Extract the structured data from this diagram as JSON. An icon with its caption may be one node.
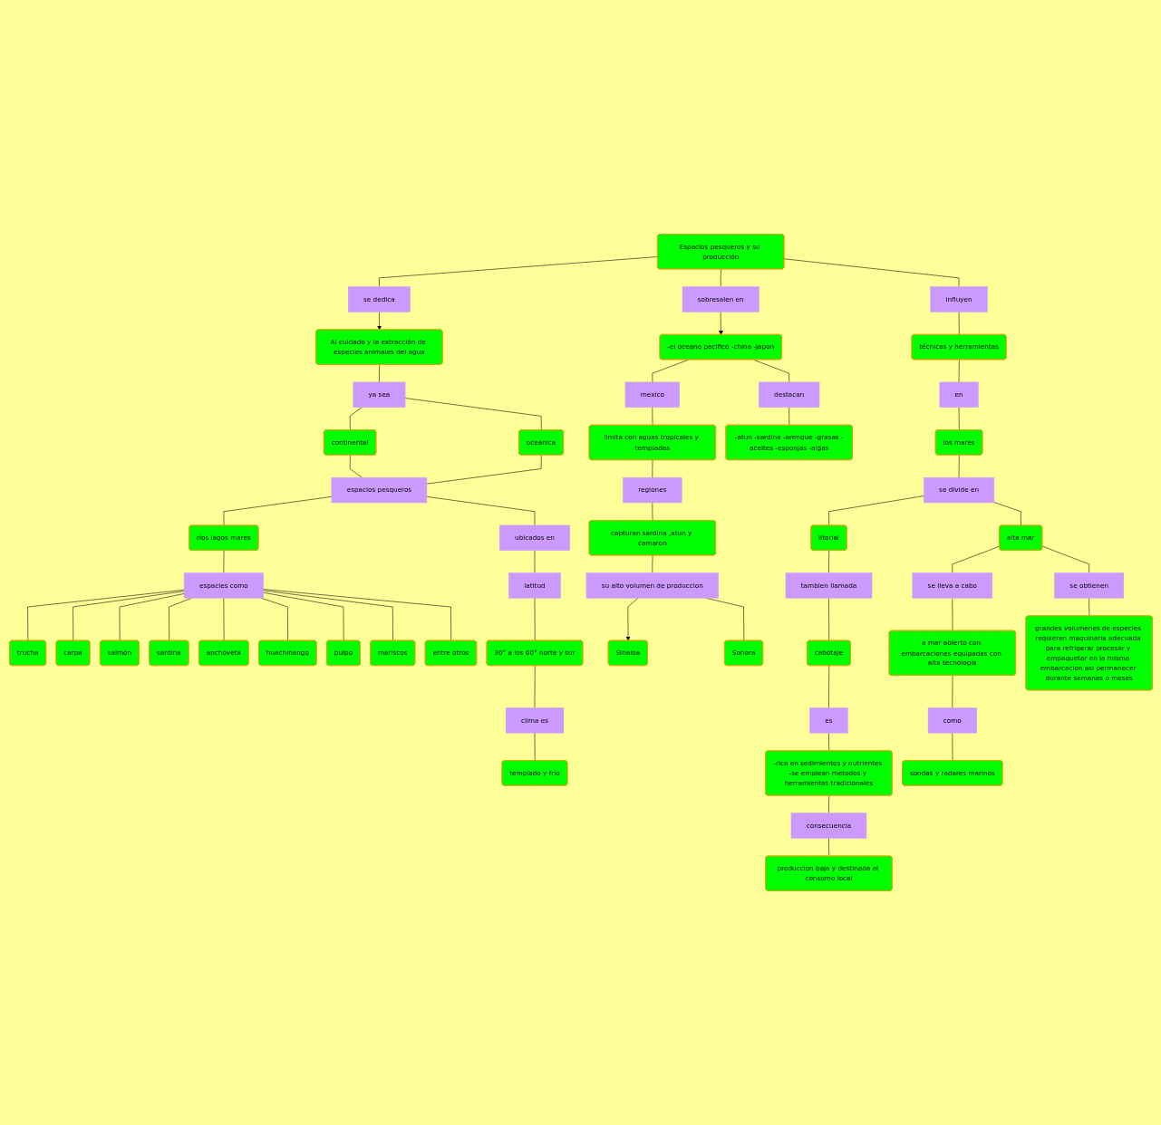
{
  "diagram": {
    "nodes": [
      {
        "text": [
          "Al cuidado y la extracción de especies animales del agua"
        ]
      },
      {
        "text": [
          "se dedica"
        ]
      },
      {
        "text": [
          "Espacios pesqueros y su producción"
        ]
      },
      {
        "text": [
          "sobresalen en"
        ]
      },
      {
        "text": [
          "-el oceano pacifico -china -japon"
        ]
      },
      {
        "text": [
          "ya sea"
        ]
      },
      {
        "text": [
          "influyen"
        ]
      },
      {
        "text": [
          "continental"
        ]
      },
      {
        "text": [
          "oceánica"
        ]
      },
      {
        "text": [
          "técnicas y herramientas"
        ]
      },
      {
        "text": [
          "destacan"
        ]
      },
      {
        "text": [
          "mexico"
        ]
      },
      {
        "text": [
          "espacios pesqueros"
        ]
      },
      {
        "text": [
          "ríos lagos mares"
        ]
      },
      {
        "text": [
          "ubicados en"
        ]
      },
      {
        "text": [
          "-atun -sardina -arenque -grasas -aceites -esponjas -algas"
        ]
      },
      {
        "text": [
          "en"
        ]
      },
      {
        "text": [
          "limita con aguas tropicales y templadas"
        ]
      },
      {
        "text": [
          "latitud"
        ]
      },
      {
        "text": [
          "espacies como"
        ]
      },
      {
        "text": [
          "los mares"
        ]
      },
      {
        "text": [
          "30° a los 60° norte y sur"
        ]
      },
      {
        "text": [
          "trucha"
        ]
      },
      {
        "text": [
          "se divide en"
        ]
      },
      {
        "text": [
          "regiones"
        ]
      },
      {
        "text": [
          "carpa"
        ]
      },
      {
        "text": [
          "clima es"
        ]
      },
      {
        "text": [
          "anchoveta"
        ]
      },
      {
        "text": [
          "pulpo"
        ]
      },
      {
        "text": [
          "entre otros"
        ]
      },
      {
        "text": [
          "salmón"
        ]
      },
      {
        "text": [
          "litorial"
        ]
      },
      {
        "text": [
          "alta mar"
        ]
      },
      {
        "text": [
          "sardina"
        ]
      },
      {
        "text": [
          "huachinango"
        ]
      },
      {
        "text": [
          "mariscos"
        ]
      },
      {
        "text": [
          "capturan sardina ,atun y camaron"
        ]
      },
      {
        "text": [
          "Sinaloa"
        ]
      },
      {
        "text": [
          "templado y frío"
        ]
      },
      {
        "text": [
          "tambien llamada"
        ]
      },
      {
        "text": [
          "se obtienen"
        ]
      },
      {
        "text": [
          "su alto volumen de produccion"
        ]
      },
      {
        "text": [
          "se lleva a cabo"
        ]
      },
      {
        "text": [
          "cabotaje"
        ]
      },
      {
        "text": [
          "es"
        ]
      },
      {
        "text": [
          "Sonora"
        ]
      },
      {
        "text": [
          "a mar abierto con embarcaciones equipadas con alta tecnologia"
        ]
      },
      {
        "text": [
          "-rica en sedimientos y nutrientes -se emplean metodos y herramientas tradicionales"
        ]
      },
      {
        "text": [
          "consecuencia"
        ]
      },
      {
        "text": [
          "como"
        ]
      },
      {
        "text": [
          "produccion baja y destinada al consumo local"
        ]
      },
      {
        "text": [
          "sondas y radares marinos"
        ]
      },
      {
        "text": [
          "grandes volumenes de especies requieren maquinaria adecuada para refrigerar procesar y empaquetar en la misma embarcacion asi permanecer durante semanas o meses"
        ]
      }
    ],
    "edges": [
      {
        "from": 2,
        "to": 1,
        "arrow": "none"
      },
      {
        "from": 1,
        "to": 0,
        "arrow": "to"
      },
      {
        "from": 2,
        "to": 3,
        "arrow": "none"
      },
      {
        "from": 3,
        "to": 4,
        "arrow": "to"
      },
      {
        "from": 0,
        "to": 5,
        "arrow": "none"
      },
      {
        "from": 5,
        "to": 7,
        "arrow": "none"
      },
      {
        "from": 5,
        "to": 8,
        "arrow": "none"
      },
      {
        "from": 7,
        "to": 12,
        "arrow": "none"
      },
      {
        "from": 8,
        "to": 12,
        "arrow": "none"
      },
      {
        "from": 12,
        "to": 13,
        "arrow": "none"
      },
      {
        "from": 12,
        "to": 14,
        "arrow": "none"
      },
      {
        "from": 13,
        "to": 19,
        "arrow": "none"
      },
      {
        "from": 19,
        "to": 22,
        "arrow": "none"
      },
      {
        "from": 19,
        "to": 25,
        "arrow": "none"
      },
      {
        "from": 19,
        "to": 30,
        "arrow": "none"
      },
      {
        "from": 19,
        "to": 33,
        "arrow": "none"
      },
      {
        "from": 19,
        "to": 27,
        "arrow": "none"
      },
      {
        "from": 19,
        "to": 34,
        "arrow": "none"
      },
      {
        "from": 19,
        "to": 28,
        "arrow": "none"
      },
      {
        "from": 19,
        "to": 35,
        "arrow": "none"
      },
      {
        "from": 19,
        "to": 29,
        "arrow": "none"
      },
      {
        "from": 14,
        "to": 18,
        "arrow": "none"
      },
      {
        "from": 18,
        "to": 21,
        "arrow": "none"
      },
      {
        "from": 21,
        "to": 26,
        "arrow": "none"
      },
      {
        "from": 26,
        "to": 38,
        "arrow": "none"
      },
      {
        "from": 2,
        "to": 6,
        "arrow": "none"
      },
      {
        "from": 6,
        "to": 9,
        "arrow": "none"
      },
      {
        "from": 9,
        "to": 16,
        "arrow": "none"
      },
      {
        "from": 16,
        "to": 20,
        "arrow": "none"
      },
      {
        "from": 20,
        "to": 23,
        "arrow": "none"
      },
      {
        "from": 23,
        "to": 31,
        "arrow": "none"
      },
      {
        "from": 23,
        "to": 32,
        "arrow": "none"
      },
      {
        "from": 31,
        "to": 39,
        "arrow": "none"
      },
      {
        "from": 39,
        "to": 43,
        "arrow": "none"
      },
      {
        "from": 43,
        "to": 44,
        "arrow": "none"
      },
      {
        "from": 44,
        "to": 47,
        "arrow": "none"
      },
      {
        "from": 47,
        "to": 48,
        "arrow": "none"
      },
      {
        "from": 48,
        "to": 50,
        "arrow": "none"
      },
      {
        "from": 32,
        "to": 42,
        "arrow": "none"
      },
      {
        "from": 42,
        "to": 46,
        "arrow": "none"
      },
      {
        "from": 46,
        "to": 49,
        "arrow": "none"
      },
      {
        "from": 49,
        "to": 51,
        "arrow": "none"
      },
      {
        "from": 32,
        "to": 40,
        "arrow": "none"
      },
      {
        "from": 40,
        "to": 52,
        "arrow": "none"
      },
      {
        "from": 4,
        "to": 11,
        "arrow": "none"
      },
      {
        "from": 11,
        "to": 17,
        "arrow": "none"
      },
      {
        "from": 17,
        "to": 24,
        "arrow": "none"
      },
      {
        "from": 24,
        "to": 36,
        "arrow": "none"
      },
      {
        "from": 36,
        "to": 41,
        "arrow": "none"
      },
      {
        "from": 41,
        "to": 37,
        "arrow": "to"
      },
      {
        "from": 41,
        "to": 45,
        "arrow": "none"
      },
      {
        "from": 4,
        "to": 10,
        "arrow": "none"
      },
      {
        "from": 10,
        "to": 15,
        "arrow": "none"
      }
    ]
  }
}
